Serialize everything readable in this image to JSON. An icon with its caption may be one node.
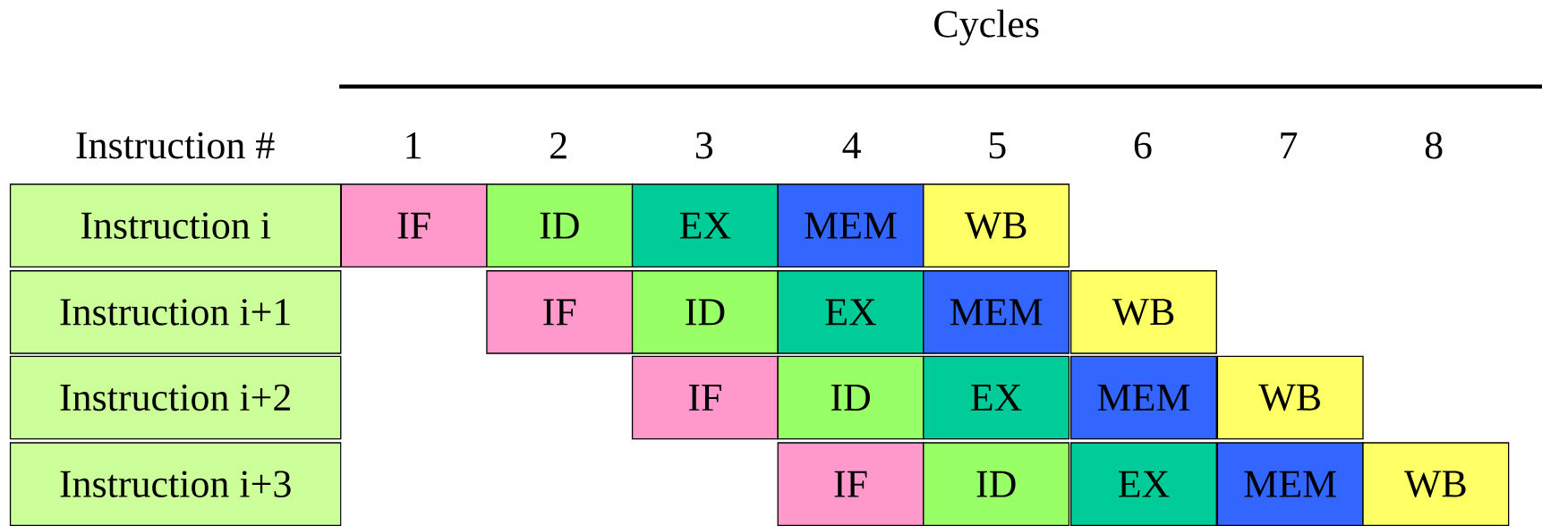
{
  "diagram": {
    "nodes": [
      {
        "text": [
          "Instruction i"
        ]
      },
      {
        "text": [
          "IF"
        ]
      },
      {
        "text": [
          "ID"
        ]
      },
      {
        "text": [
          "EX"
        ]
      },
      {
        "text": [
          "MEM"
        ]
      },
      {
        "text": [
          "WB"
        ]
      },
      {
        "text": [
          "Instruction i+1"
        ]
      },
      {
        "text": [
          "IF"
        ]
      },
      {
        "text": [
          "ID"
        ]
      },
      {
        "text": [
          "EX"
        ]
      },
      {
        "text": [
          "MEM"
        ]
      },
      {
        "text": [
          "WB"
        ]
      },
      {
        "text": [
          "Instruction i+2"
        ]
      },
      {
        "text": [
          "IF"
        ]
      },
      {
        "text": [
          "ID"
        ]
      },
      {
        "text": [
          "EX"
        ]
      },
      {
        "text": [
          "MEM"
        ]
      },
      {
        "text": [
          "WB"
        ]
      },
      {
        "text": [
          "Instruction i+3"
        ]
      },
      {
        "text": [
          "IF"
        ]
      },
      {
        "text": [
          "ID"
        ]
      },
      {
        "text": [
          "EX"
        ]
      },
      {
        "text": [
          "MEM"
        ]
      },
      {
        "text": [
          "WB"
        ]
      }
    ],
    "labels": [
      "Cycles",
      "Instruction #",
      "1",
      "2",
      "3",
      "4",
      "5",
      "6",
      "7",
      "8"
    ]
  }
}
